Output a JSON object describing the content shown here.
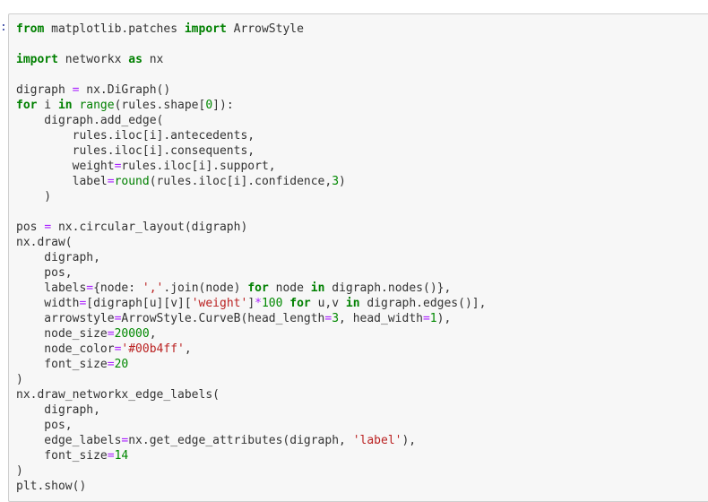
{
  "cell": {
    "prompt": ":",
    "code_lines": [
      [
        {
          "t": "keyword",
          "v": "from"
        },
        {
          "t": "name",
          "v": " matplotlib.patches "
        },
        {
          "t": "keyword",
          "v": "import"
        },
        {
          "t": "name",
          "v": " ArrowStyle"
        }
      ],
      [],
      [
        {
          "t": "keyword",
          "v": "import"
        },
        {
          "t": "name",
          "v": " networkx "
        },
        {
          "t": "keyword",
          "v": "as"
        },
        {
          "t": "name",
          "v": " nx"
        }
      ],
      [],
      [
        {
          "t": "name",
          "v": "digraph "
        },
        {
          "t": "operator",
          "v": "="
        },
        {
          "t": "name",
          "v": " nx.DiGraph()"
        }
      ],
      [
        {
          "t": "keyword",
          "v": "for"
        },
        {
          "t": "name",
          "v": " i "
        },
        {
          "t": "keyword",
          "v": "in"
        },
        {
          "t": "name",
          "v": " "
        },
        {
          "t": "builtin",
          "v": "range"
        },
        {
          "t": "name",
          "v": "(rules.shape["
        },
        {
          "t": "number",
          "v": "0"
        },
        {
          "t": "name",
          "v": "]):"
        }
      ],
      [
        {
          "t": "name",
          "v": "    digraph.add_edge("
        }
      ],
      [
        {
          "t": "name",
          "v": "        rules.iloc[i].antecedents,"
        }
      ],
      [
        {
          "t": "name",
          "v": "        rules.iloc[i].consequents,"
        }
      ],
      [
        {
          "t": "name",
          "v": "        weight"
        },
        {
          "t": "operator",
          "v": "="
        },
        {
          "t": "name",
          "v": "rules.iloc[i].support,"
        }
      ],
      [
        {
          "t": "name",
          "v": "        label"
        },
        {
          "t": "operator",
          "v": "="
        },
        {
          "t": "builtin",
          "v": "round"
        },
        {
          "t": "name",
          "v": "(rules.iloc[i].confidence,"
        },
        {
          "t": "number",
          "v": "3"
        },
        {
          "t": "name",
          "v": ")"
        }
      ],
      [
        {
          "t": "name",
          "v": "    )"
        }
      ],
      [],
      [
        {
          "t": "name",
          "v": "pos "
        },
        {
          "t": "operator",
          "v": "="
        },
        {
          "t": "name",
          "v": " nx.circular_layout(digraph)"
        }
      ],
      [
        {
          "t": "name",
          "v": "nx.draw("
        }
      ],
      [
        {
          "t": "name",
          "v": "    digraph,"
        }
      ],
      [
        {
          "t": "name",
          "v": "    pos,"
        }
      ],
      [
        {
          "t": "name",
          "v": "    labels"
        },
        {
          "t": "operator",
          "v": "="
        },
        {
          "t": "name",
          "v": "{node: "
        },
        {
          "t": "string",
          "v": "','"
        },
        {
          "t": "name",
          "v": ".join(node) "
        },
        {
          "t": "keyword",
          "v": "for"
        },
        {
          "t": "name",
          "v": " node "
        },
        {
          "t": "keyword",
          "v": "in"
        },
        {
          "t": "name",
          "v": " digraph.nodes()},"
        }
      ],
      [
        {
          "t": "name",
          "v": "    width"
        },
        {
          "t": "operator",
          "v": "="
        },
        {
          "t": "name",
          "v": "[digraph[u][v]["
        },
        {
          "t": "string",
          "v": "'weight'"
        },
        {
          "t": "name",
          "v": "]"
        },
        {
          "t": "operator",
          "v": "*"
        },
        {
          "t": "number",
          "v": "100"
        },
        {
          "t": "name",
          "v": " "
        },
        {
          "t": "keyword",
          "v": "for"
        },
        {
          "t": "name",
          "v": " u,v "
        },
        {
          "t": "keyword",
          "v": "in"
        },
        {
          "t": "name",
          "v": " digraph.edges()],"
        }
      ],
      [
        {
          "t": "name",
          "v": "    arrowstyle"
        },
        {
          "t": "operator",
          "v": "="
        },
        {
          "t": "name",
          "v": "ArrowStyle.CurveB(head_length"
        },
        {
          "t": "operator",
          "v": "="
        },
        {
          "t": "number",
          "v": "3"
        },
        {
          "t": "name",
          "v": ", head_width"
        },
        {
          "t": "operator",
          "v": "="
        },
        {
          "t": "number",
          "v": "1"
        },
        {
          "t": "name",
          "v": "),"
        }
      ],
      [
        {
          "t": "name",
          "v": "    node_size"
        },
        {
          "t": "operator",
          "v": "="
        },
        {
          "t": "number",
          "v": "20000"
        },
        {
          "t": "name",
          "v": ","
        }
      ],
      [
        {
          "t": "name",
          "v": "    node_color"
        },
        {
          "t": "operator",
          "v": "="
        },
        {
          "t": "string",
          "v": "'#00b4ff'"
        },
        {
          "t": "name",
          "v": ","
        }
      ],
      [
        {
          "t": "name",
          "v": "    font_size"
        },
        {
          "t": "operator",
          "v": "="
        },
        {
          "t": "number",
          "v": "20"
        }
      ],
      [
        {
          "t": "name",
          "v": ")"
        }
      ],
      [
        {
          "t": "name",
          "v": "nx.draw_networkx_edge_labels("
        }
      ],
      [
        {
          "t": "name",
          "v": "    digraph,"
        }
      ],
      [
        {
          "t": "name",
          "v": "    pos,"
        }
      ],
      [
        {
          "t": "name",
          "v": "    edge_labels"
        },
        {
          "t": "operator",
          "v": "="
        },
        {
          "t": "name",
          "v": "nx.get_edge_attributes(digraph, "
        },
        {
          "t": "string",
          "v": "'label'"
        },
        {
          "t": "name",
          "v": "),"
        }
      ],
      [
        {
          "t": "name",
          "v": "    font_size"
        },
        {
          "t": "operator",
          "v": "="
        },
        {
          "t": "number",
          "v": "14"
        }
      ],
      [
        {
          "t": "name",
          "v": ")"
        }
      ],
      [
        {
          "t": "name",
          "v": "plt.show()"
        }
      ]
    ]
  },
  "colors": {
    "keyword": "#008000",
    "builtin": "#008000",
    "number": "#008800",
    "string": "#ba2121",
    "operator": "#aa22ff",
    "text": "#333333",
    "cell_background": "#f7f7f7",
    "cell_border": "#cfcfcf",
    "prompt": "#303f9f"
  }
}
